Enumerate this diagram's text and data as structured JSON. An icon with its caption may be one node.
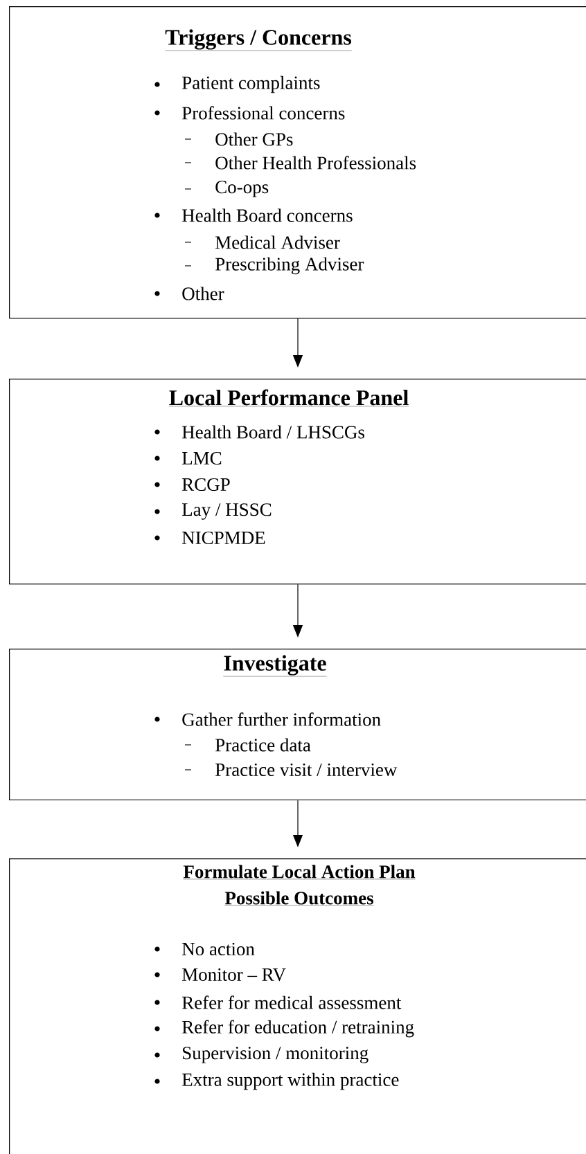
{
  "diagram": {
    "nodes": [
      {
        "text": [
          "Triggers / Concerns",
          "Patient complaints",
          "Professional concerns",
          "Other GPs",
          "Other Health Professionals",
          "Co-ops",
          "Health Board concerns",
          "Medical Adviser",
          "Prescribing Adviser",
          "Other"
        ]
      },
      {
        "text": [
          "Local Performance Panel",
          "Health Board / LHSCGs",
          "LMC",
          "RCGP",
          "Lay / HSSC",
          "NICPMDE"
        ]
      },
      {
        "text": [
          "Investigate",
          "Gather further information",
          "Practice data",
          "Practice visit / interview"
        ]
      },
      {
        "text": [
          "Formulate Local Action Plan",
          "Possible Outcomes",
          "No action",
          "Monitor – RV",
          "Refer for medical assessment",
          "Refer for education / retraining",
          "Supervision / monitoring",
          "Extra support within practice"
        ]
      }
    ],
    "edges": [
      {
        "from": 0,
        "to": 1,
        "arrow": "to"
      },
      {
        "from": 1,
        "to": 2,
        "arrow": "to"
      },
      {
        "from": 2,
        "to": 3,
        "arrow": "to"
      }
    ]
  }
}
